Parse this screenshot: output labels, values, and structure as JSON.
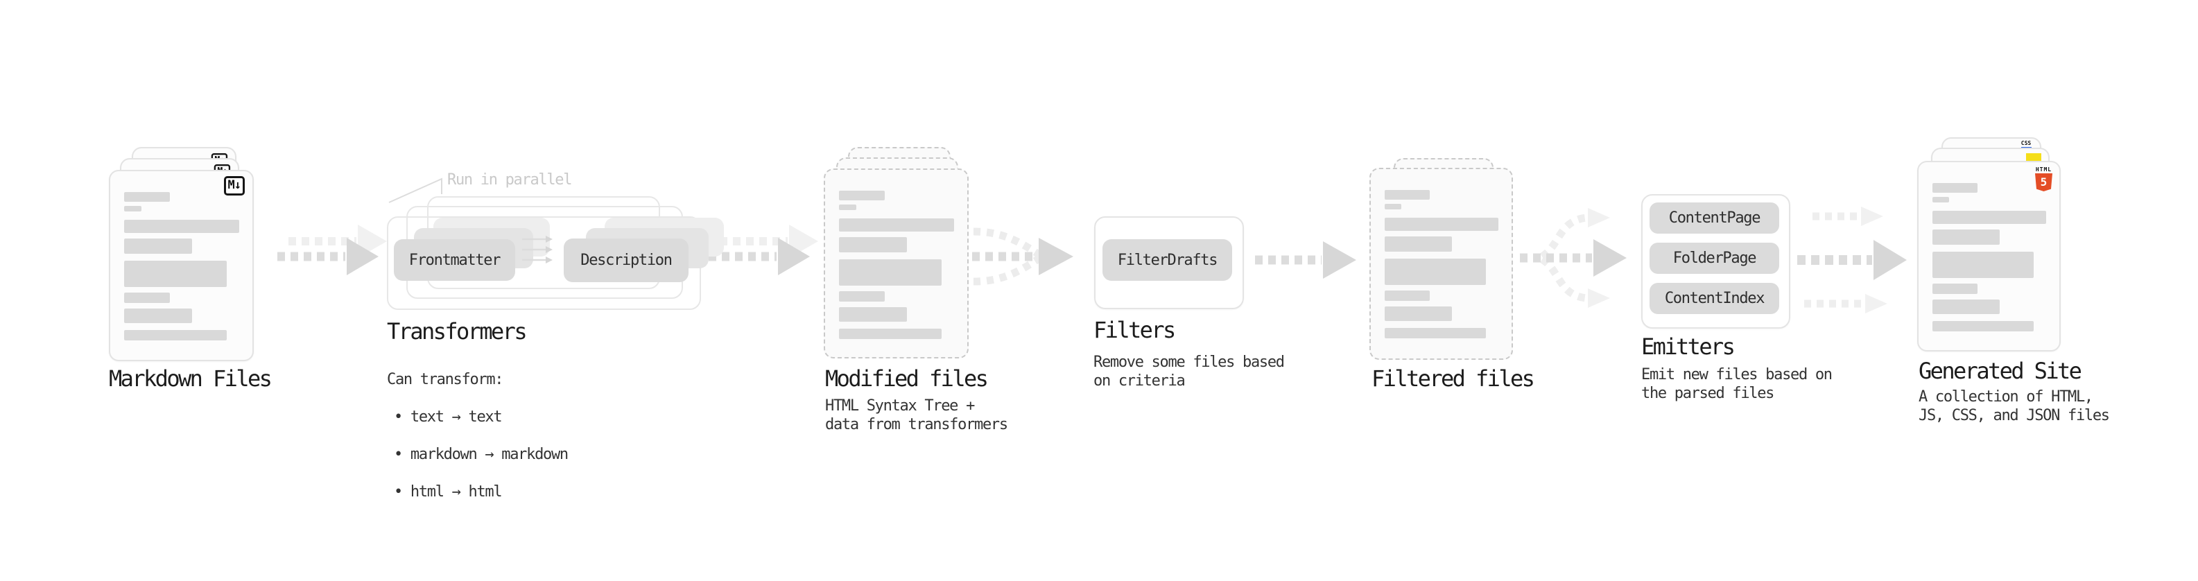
{
  "colors": {
    "html5_orange": "#e44d26",
    "css_blue": "#2760e5",
    "js_yellow": "#f5de19",
    "dark_arrow": "#d7d7d7",
    "light_arrow": "#f0f0f0",
    "pill_gray": "#dbdbdb"
  },
  "pipeline": {
    "markdown_files": {
      "label": "Markdown Files",
      "badge": "M↓"
    },
    "transformers": {
      "note": "Run in parallel",
      "step1": "Frontmatter",
      "step2": "Description",
      "label": "Transformers",
      "caption_title": "Can transform:",
      "bullets": [
        "• text → text",
        "• markdown → markdown",
        "• html → html"
      ]
    },
    "modified_files": {
      "label": "Modified files",
      "caption": "HTML Syntax Tree +\ndata from transformers"
    },
    "filters": {
      "pill": "FilterDrafts",
      "label": "Filters",
      "caption": "Remove some files based\non criteria"
    },
    "filtered_files": {
      "label": "Filtered files"
    },
    "emitters": {
      "pills": [
        "ContentPage",
        "FolderPage",
        "ContentIndex"
      ],
      "label": "Emitters",
      "caption": "Emit new files based on\nthe parsed files"
    },
    "generated_site": {
      "label": "Generated Site",
      "caption": "A collection of HTML,\nJS, CSS, and JSON files",
      "css_badge": "CSS",
      "html_badge": "HTML",
      "html_badge_number": "5"
    }
  }
}
